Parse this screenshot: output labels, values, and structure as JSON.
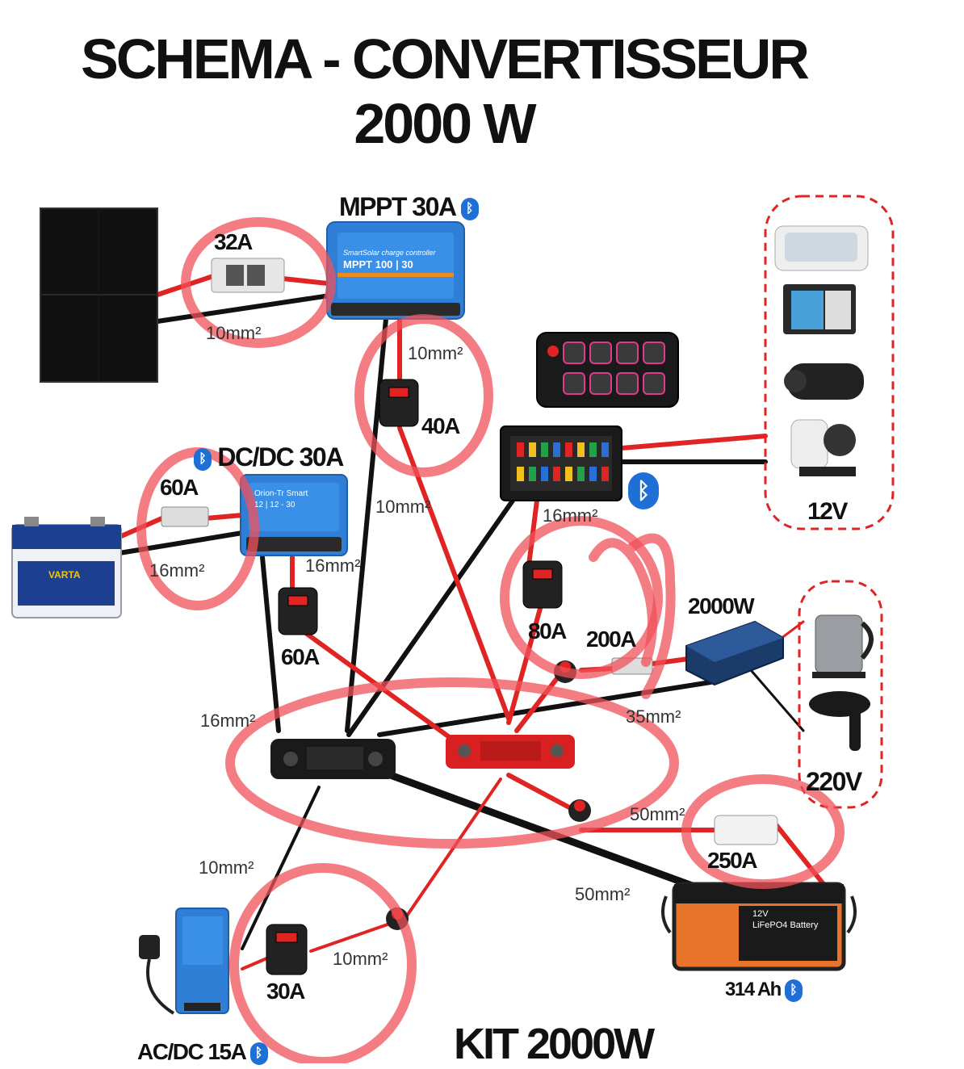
{
  "title": {
    "line1": "SCHEMA -  CONVERTISSEUR",
    "line2": "2000 W"
  },
  "components": {
    "mppt": {
      "label": "MPPT 30A",
      "model_line1": "SmartSolar charge controller",
      "model_line2": "MPPT 100 | 30",
      "bluetooth": true
    },
    "dcdc": {
      "label": "DC/DC 30A",
      "model_line1": "Orion-Tr Smart",
      "model_line2": "12 | 12 - 30",
      "bluetooth": true
    },
    "inverter": {
      "label": "2000W"
    },
    "acdc": {
      "label": "AC/DC 15A",
      "bluetooth": true
    },
    "battery": {
      "label": "314 Ah",
      "text_line1": "12V",
      "text_line2": "LiFePO4 Battery",
      "bluetooth": true
    },
    "starter_battery": {
      "brand": "VARTA"
    },
    "loads_12v": {
      "label": "12V"
    },
    "loads_220v": {
      "label": "220V"
    },
    "fusebox_bluetooth": true
  },
  "fuses": {
    "f32": "32A",
    "f40": "40A",
    "f60a": "60A",
    "f60b": "60A",
    "f80": "80A",
    "f200": "200A",
    "f250": "250A",
    "f30": "30A"
  },
  "wires": {
    "w_solar": "10mm²",
    "w_mppt_out": "10mm²",
    "w_mid": "10mm²",
    "w_fusebox": "16mm²",
    "w_dcdc_in": "16mm²",
    "w_dcdc_out": "16mm²",
    "w_neg_bus": "16mm²",
    "w_inverter": "35mm²",
    "w_battery_pos": "50mm²",
    "w_battery_neg": "50mm²",
    "w_acdc": "10mm²",
    "w_acdc_fuse": "10mm²"
  },
  "footer": {
    "kit": "KIT 2000W"
  },
  "colors": {
    "positive": "#e02424",
    "negative": "#111111",
    "annotation": "#f0505a",
    "victron_blue": "#2f7fd6",
    "bluetooth": "#1e6fd6",
    "lifepo4_orange": "#e8732a",
    "group_border": "#e02424"
  }
}
